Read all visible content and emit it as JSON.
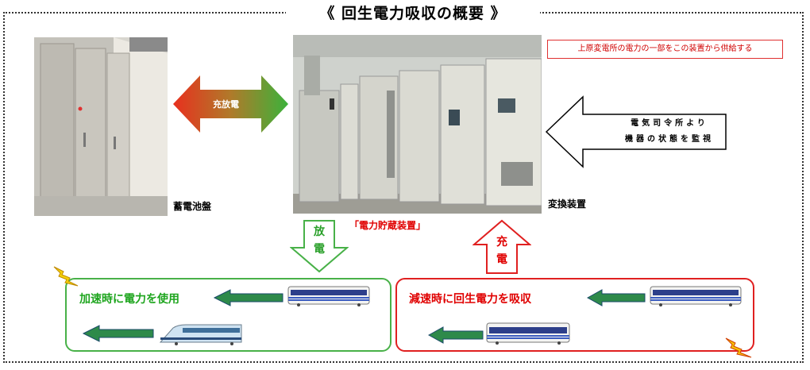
{
  "title": "《 回生電力吸収の概要 》",
  "note": "上原変電所の電力の一部をこの装置から供給する",
  "charge_discharge_label": "充放電",
  "battery_panel_label": "蓄電池盤",
  "converter_label": "変換装置",
  "storage_device_label": "「電力貯蔵装置」",
  "monitor_text": {
    "line1": "電気司令所より",
    "line2": "機器の状態を監視"
  },
  "discharge_label": [
    "放",
    "電"
  ],
  "charge_label": [
    "充",
    "電"
  ],
  "accel_text": "加速時に電力を使用",
  "decel_text": "減速時に回生電力を吸収",
  "colors": {
    "green": "#48b148",
    "red": "#e02020",
    "frame": "#333333"
  },
  "icons": {
    "lightning": "lightning-icon",
    "train": "train-icon",
    "arrow": "arrow-icon"
  }
}
